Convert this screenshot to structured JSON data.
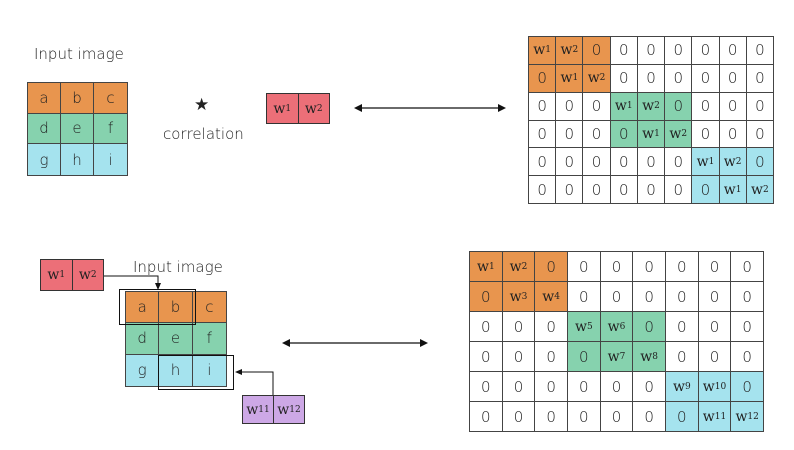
{
  "colors": {
    "orange": "#e8954e",
    "green": "#86d2ae",
    "cyan": "#a5e3ee",
    "red": "#ec6f78",
    "purple": "#cda8e6"
  },
  "top": {
    "input_label": "Input image",
    "input_cells": [
      "a",
      "b",
      "c",
      "d",
      "e",
      "f",
      "g",
      "h",
      "i"
    ],
    "operator_symbol": "★",
    "operator_label": "correlation",
    "kernel": [
      "w1",
      "w2"
    ],
    "matrix": [
      [
        "w1",
        "w2",
        "0",
        "0",
        "0",
        "0",
        "0",
        "0",
        "0"
      ],
      [
        "0",
        "w1",
        "w2",
        "0",
        "0",
        "0",
        "0",
        "0",
        "0"
      ],
      [
        "0",
        "0",
        "0",
        "w1",
        "w2",
        "0",
        "0",
        "0",
        "0"
      ],
      [
        "0",
        "0",
        "0",
        "0",
        "w1",
        "w2",
        "0",
        "0",
        "0"
      ],
      [
        "0",
        "0",
        "0",
        "0",
        "0",
        "0",
        "w1",
        "w2",
        "0"
      ],
      [
        "0",
        "0",
        "0",
        "0",
        "0",
        "0",
        "0",
        "w1",
        "w2"
      ]
    ]
  },
  "bottom": {
    "input_label": "Input image",
    "input_cells": [
      "a",
      "b",
      "c",
      "d",
      "e",
      "f",
      "g",
      "h",
      "i"
    ],
    "kernel_first": [
      "w1",
      "w2"
    ],
    "kernel_last": [
      "w11",
      "w12"
    ],
    "matrix": [
      [
        "w1",
        "w2",
        "0",
        "0",
        "0",
        "0",
        "0",
        "0",
        "0"
      ],
      [
        "0",
        "w3",
        "w4",
        "0",
        "0",
        "0",
        "0",
        "0",
        "0"
      ],
      [
        "0",
        "0",
        "0",
        "w5",
        "w6",
        "0",
        "0",
        "0",
        "0"
      ],
      [
        "0",
        "0",
        "0",
        "0",
        "w7",
        "w8",
        "0",
        "0",
        "0"
      ],
      [
        "0",
        "0",
        "0",
        "0",
        "0",
        "0",
        "w9",
        "w10",
        "0"
      ],
      [
        "0",
        "0",
        "0",
        "0",
        "0",
        "0",
        "0",
        "w11",
        "w12"
      ]
    ]
  }
}
